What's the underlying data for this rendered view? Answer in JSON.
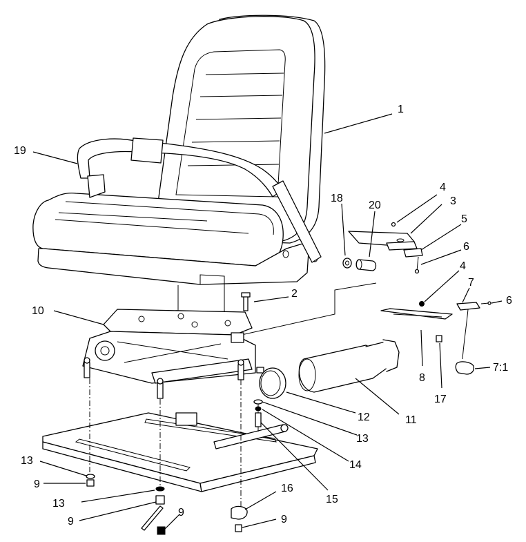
{
  "callouts": {
    "c1": "1",
    "c2": "2",
    "c3": "3",
    "c4a": "4",
    "c4b": "4",
    "c5": "5",
    "c6a": "6",
    "c6b": "6",
    "c7": "7",
    "c7_1": "7:1",
    "c8": "8",
    "c9a": "9",
    "c9b": "9",
    "c9c": "9",
    "c9d": "9",
    "c10": "10",
    "c11": "11",
    "c12": "12",
    "c13a": "13",
    "c13b": "13",
    "c13c": "13",
    "c14": "14",
    "c15": "15",
    "c16": "16",
    "c17": "17",
    "c18": "18",
    "c19": "19",
    "c20": "20"
  }
}
